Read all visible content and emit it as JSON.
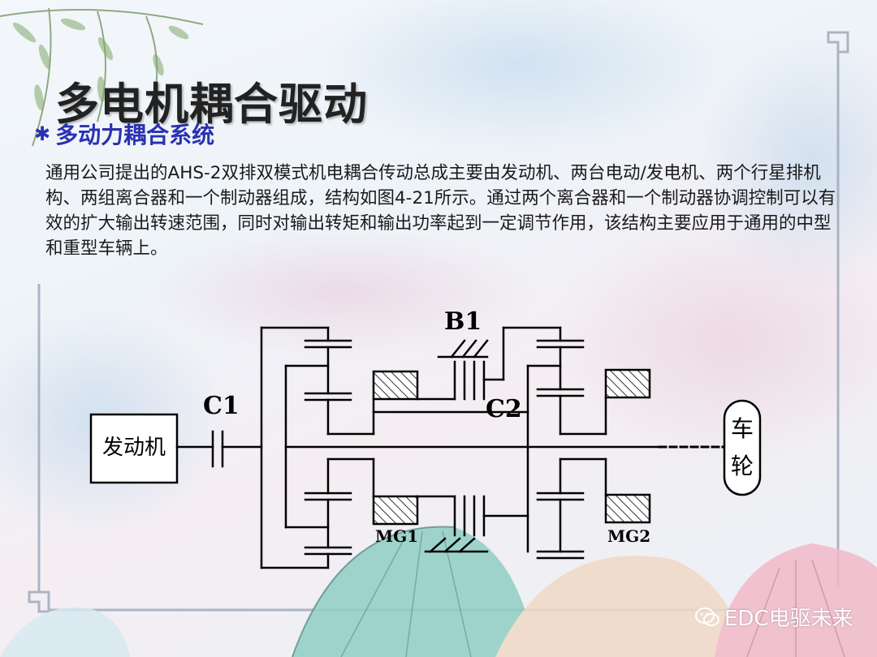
{
  "title": "多电机耦合驱动",
  "subtitle": "多动力耦合系统",
  "paragraph": "通用公司提出的AHS-2双排双模式机电耦合传动总成主要由发动机、两台电动/发电机、两个行星排机构、两组离合器和一个制动器组成，结构如图4-21所示。通过两个离合器和一个制动器协调控制可以有效的扩大输出转速范围，同时对输出转矩和输出功率起到一定调节作用，该结构主要应用于通用的中型和重型车辆上。",
  "diagram": {
    "engine_label": "发动机",
    "wheel_label_1": "车",
    "wheel_label_2": "轮",
    "c1_label": "C1",
    "c2_label": "C2",
    "b1_label": "B1",
    "mg1_label": "MG1",
    "mg2_label": "MG2"
  },
  "watermark": "EDC电驱未来",
  "icons": {
    "subtitle_bullet": "asterisk-icon",
    "watermark_icon": "wechat-icon"
  },
  "colors": {
    "subtitle": "#2a32b0",
    "title": "#222222",
    "diagram_line": "#000000"
  }
}
